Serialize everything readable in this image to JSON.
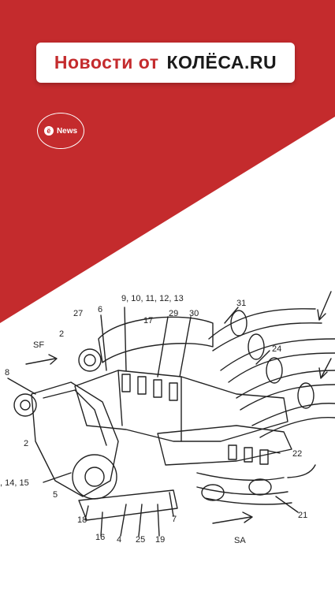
{
  "banner": {
    "prefix": "Новости от",
    "brand": "КОЛЁСА.RU"
  },
  "badge": {
    "logo_letter": "ё",
    "label": "News"
  },
  "colors": {
    "brand_red": "#c42b2d",
    "background": "#ffffff"
  },
  "drawing": {
    "icon": "engine-patent-drawing",
    "labels": {
      "top_group": "9, 10, 11, 12, 13",
      "l27": "27",
      "l6": "6",
      "l17": "17",
      "l29": "29",
      "l30": "30",
      "l31": "31",
      "l2a": "2",
      "sf": "SF",
      "l24": "24",
      "l8": "8",
      "l2b": "2",
      "l22": "22",
      "l14": ", 14, 15",
      "l5": "5",
      "l21": "21",
      "l18": "18",
      "l7": "7",
      "l16": "16",
      "l4": "4",
      "l25": "25",
      "l19": "19",
      "sa": "SA"
    }
  }
}
